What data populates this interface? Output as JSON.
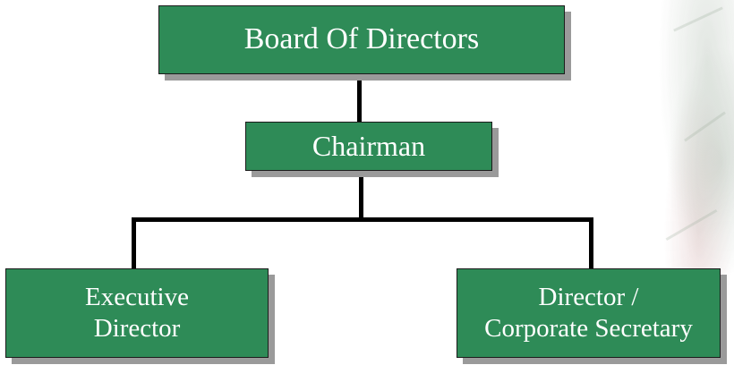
{
  "colors": {
    "box_fill": "#2e8b57",
    "connector": "#000000",
    "shadow": "#9a9a9a"
  },
  "org_chart": {
    "board": {
      "label": "Board Of Directors"
    },
    "chairman": {
      "label": "Chairman"
    },
    "executive_director": {
      "lines": [
        "Executive",
        "Director"
      ]
    },
    "director_secretary": {
      "lines": [
        "Director /",
        "Corporate Secretary"
      ]
    }
  }
}
